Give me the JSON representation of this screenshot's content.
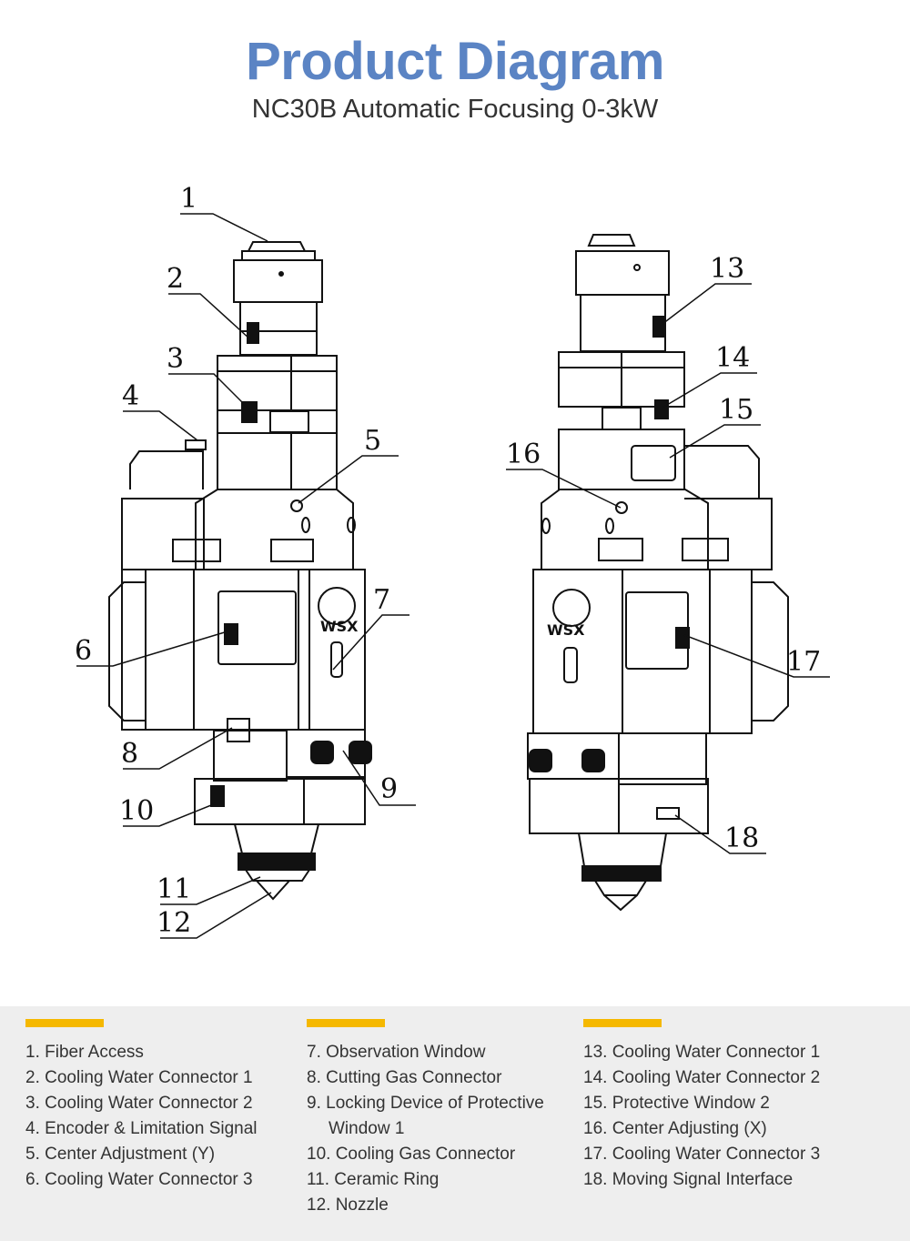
{
  "header": {
    "title": "Product Diagram",
    "subtitle": "NC30B Automatic Focusing 0-3kW"
  },
  "diagram": {
    "logo_text_left": "WSX",
    "logo_text_right": "WSX",
    "callouts": [
      "1",
      "2",
      "3",
      "4",
      "5",
      "6",
      "7",
      "8",
      "9",
      "10",
      "11",
      "12",
      "13",
      "14",
      "15",
      "16",
      "17",
      "18"
    ]
  },
  "legend": {
    "accent_color": "#f5b800",
    "columns": [
      {
        "items": [
          "1. Fiber Access",
          "2. Cooling Water Connector 1",
          "3. Cooling Water Connector 2",
          "4. Encoder & Limitation Signal",
          "5. Center Adjustment (Y)",
          "6. Cooling Water Connector 3"
        ]
      },
      {
        "items": [
          "7. Observation Window",
          "8. Cutting Gas Connector",
          "9. Locking Device of Protective",
          "Window 1",
          "10. Cooling Gas Connector",
          "11. Ceramic Ring",
          "12. Nozzle"
        ]
      },
      {
        "items": [
          "13. Cooling Water Connector 1",
          "14. Cooling Water Connector 2",
          "15. Protective Window 2",
          "16. Center Adjusting (X)",
          "17. Cooling Water Connector 3",
          "18. Moving Signal Interface"
        ]
      }
    ]
  }
}
